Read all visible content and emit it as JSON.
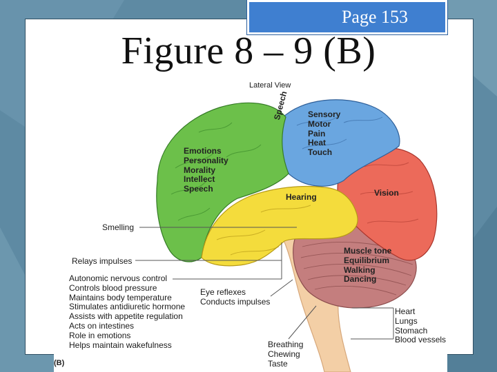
{
  "page_tab": "Page 153",
  "title": "Figure 8 – 9 (B)",
  "figure": {
    "view_label": "Lateral View",
    "panel_label": "(B)",
    "regions": {
      "speech_strip": "Speech",
      "frontal": [
        "Emotions",
        "Personality",
        "Morality",
        "Intellect",
        "Speech"
      ],
      "parietal": [
        "Sensory",
        "Motor",
        "Pain",
        "Heat",
        "Touch"
      ],
      "temporal": "Hearing",
      "occipital": "Vision",
      "cerebellum": [
        "Muscle tone",
        "Equilibrium",
        "Walking",
        "Dancing"
      ]
    },
    "callouts": {
      "olfactory": "Smelling",
      "thalamus": "Relays impulses",
      "hypothalamus": [
        "Autonomic nervous control",
        "Controls blood pressure",
        "Maintains body temperature",
        "Stimulates antidiuretic hormone",
        "Assists with appetite regulation",
        "Acts on intestines",
        "Role in emotions",
        "Helps maintain wakefulness"
      ],
      "midbrain": [
        "Eye reflexes",
        "Conducts impulses"
      ],
      "medulla": [
        "Breathing",
        "Chewing",
        "Taste"
      ],
      "vital": [
        "Heart",
        "Lungs",
        "Stomach",
        "Blood vessels"
      ]
    },
    "colors": {
      "frontal": "#6cc04a",
      "parietal": "#6aa6e0",
      "temporal": "#f4dc3c",
      "occipital": "#ec6a5a",
      "cerebellum": "#c47e7e",
      "brainstem": "#f3cfa6"
    }
  }
}
